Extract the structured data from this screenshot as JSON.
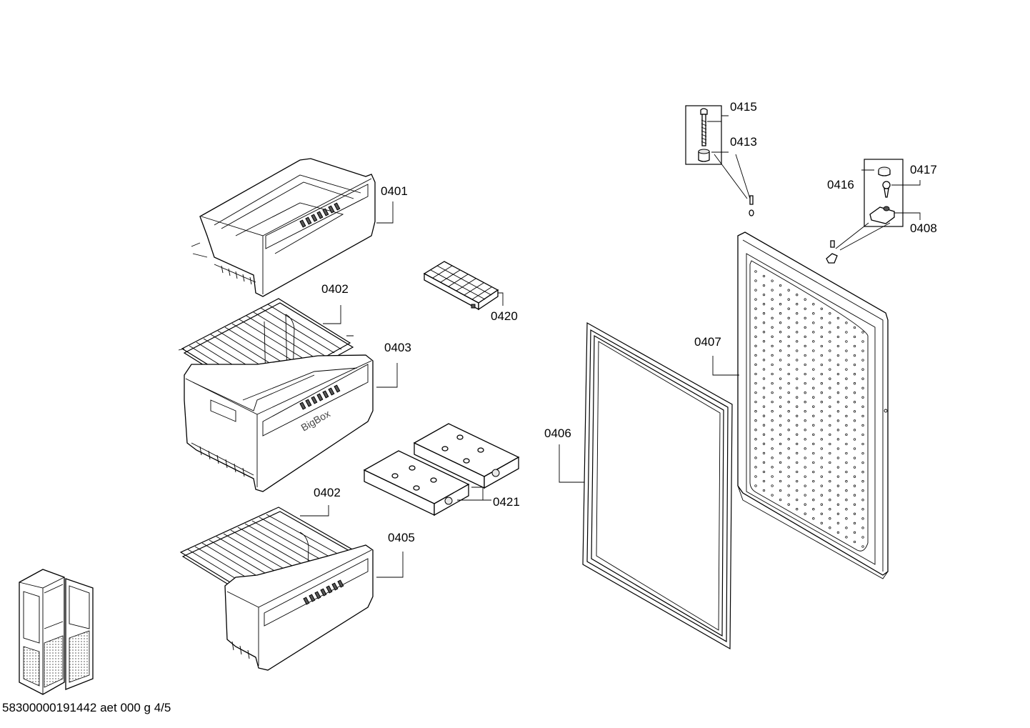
{
  "callouts": {
    "c0401": "0401",
    "c0402a": "0402",
    "c0402b": "0402",
    "c0403": "0403",
    "c0405": "0405",
    "c0406": "0406",
    "c0407": "0407",
    "c0408": "0408",
    "c0413": "0413",
    "c0415": "0415",
    "c0416": "0416",
    "c0417": "0417",
    "c0420": "0420",
    "c0421": "0421"
  },
  "drawer_badge": "BigBox",
  "footer_code": "58300000191442 aet 000 g 4/5"
}
